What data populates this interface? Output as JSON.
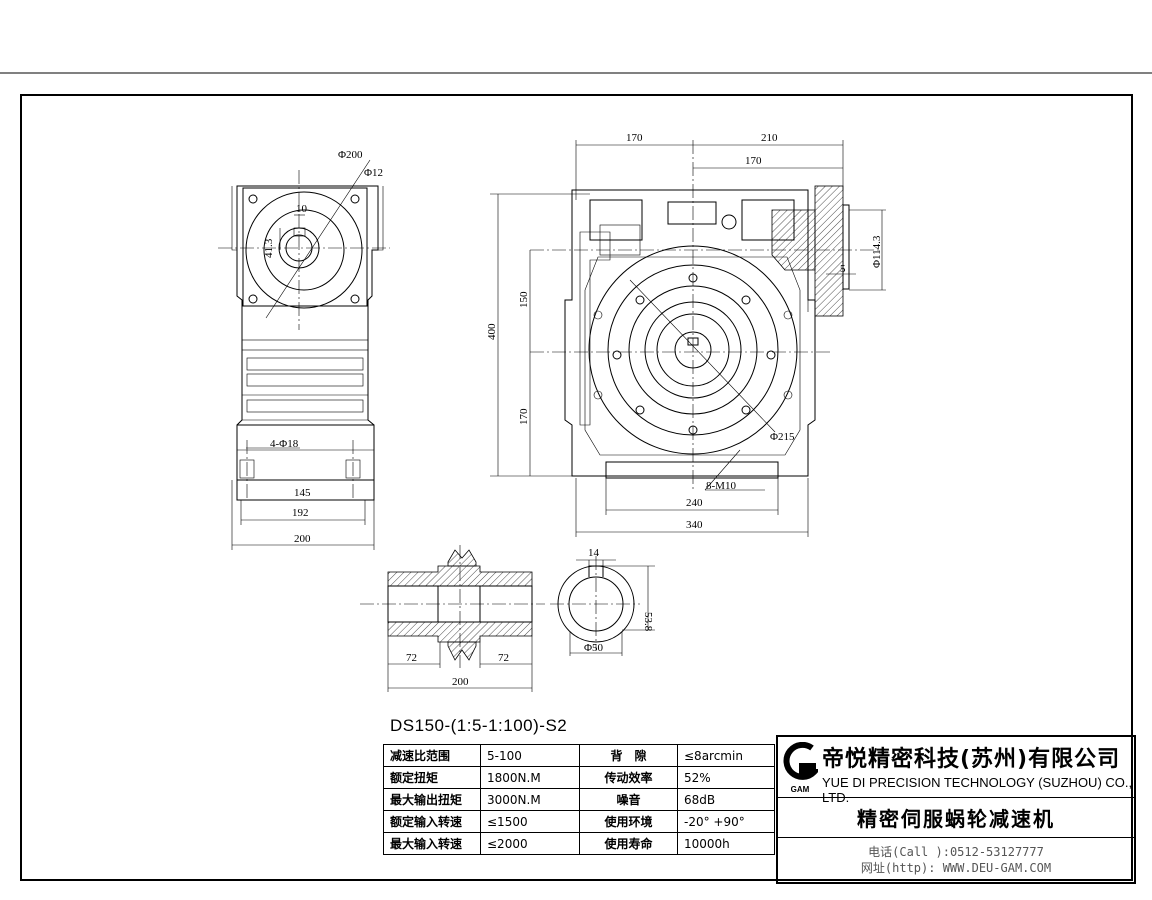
{
  "drawing": {
    "side_view": {
      "phi200": "Φ200",
      "phi12": "Φ12",
      "key10": "10",
      "h41_3": "41.3",
      "holes": "4-Φ18",
      "d145": "145",
      "d192": "192",
      "d200": "200"
    },
    "front_view": {
      "d170_top": "170",
      "d210_top": "210",
      "d170_top2": "170",
      "d114_3": "Φ114.3",
      "d5": "5",
      "d400": "400",
      "d150": "150",
      "d170_left": "170",
      "d215": "Φ215",
      "m10": "8-M10",
      "d240": "240",
      "d340": "340"
    },
    "shaft_view": {
      "d72a": "72",
      "d72b": "72",
      "d200": "200"
    },
    "bore_view": {
      "d14": "14",
      "d53_8": "53.8",
      "d50": "Φ50"
    }
  },
  "model": "DS150-(1:5-1:100)-S2",
  "specs": [
    {
      "k": "减速比范围",
      "v": "5-100",
      "k2": "背　隙",
      "v2": "≤8arcmin"
    },
    {
      "k": "额定扭矩",
      "v": "1800N.M",
      "k2": "传动效率",
      "v2": "52%"
    },
    {
      "k": "最大输出扭矩",
      "v": "3000N.M",
      "k2": "噪音",
      "v2": "68dB"
    },
    {
      "k": "额定输入转速",
      "v": "≤1500",
      "k2": "使用环境",
      "v2": "-20° +90°"
    },
    {
      "k": "最大输入转速",
      "v": "≤2000",
      "k2": "使用寿命",
      "v2": "10000h"
    }
  ],
  "title_block": {
    "logo_text": "GAM",
    "company_cn": "帝悦精密科技(苏州)有限公司",
    "company_en": "YUE DI PRECISION TECHNOLOGY (SUZHOU) CO., LTD.",
    "product": "精密伺服蜗轮减速机",
    "tel": "电话(Call ):0512-53127777",
    "web": "网址(http): WWW.DEU-GAM.COM"
  }
}
